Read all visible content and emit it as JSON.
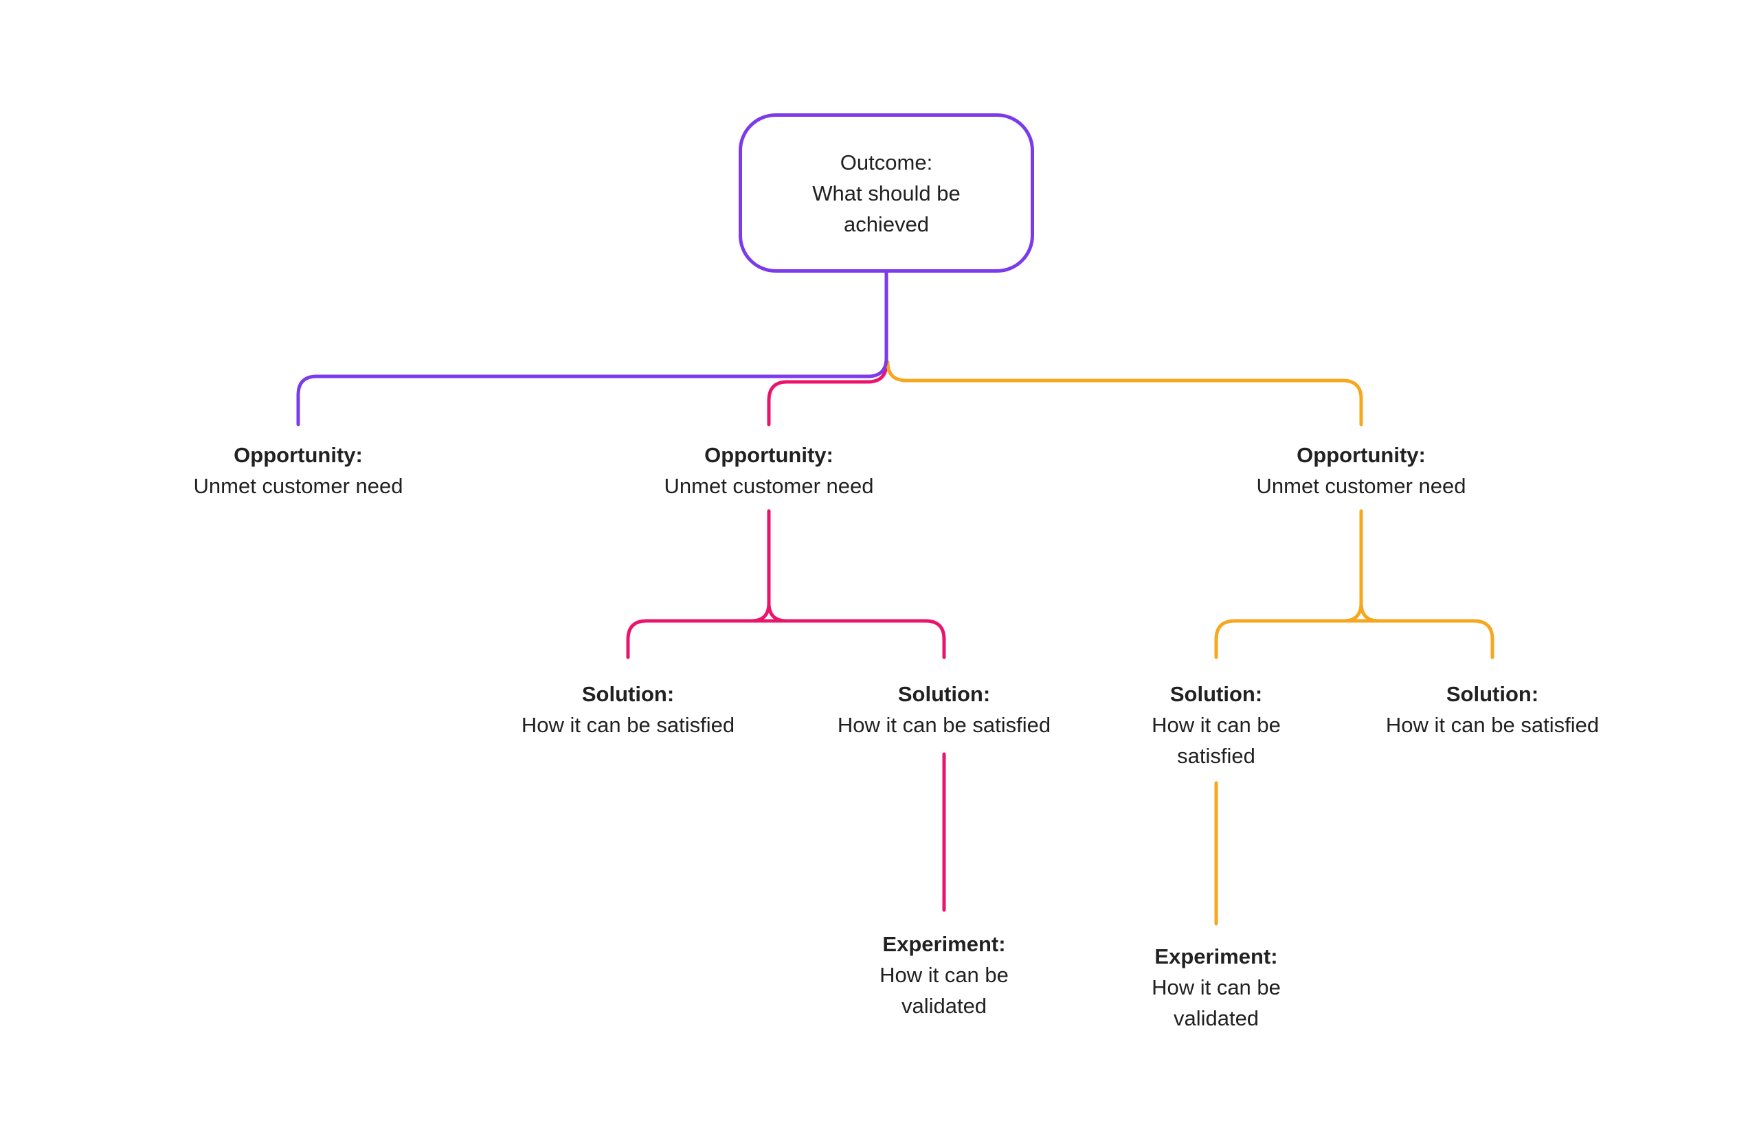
{
  "diagram_type": "opportunity-solution-tree",
  "colors": {
    "branch_purple": "#7C3AED",
    "branch_pink": "#EB146C",
    "branch_yellow": "#F6A71E",
    "text": "#212121",
    "background": "#FFFFFF"
  },
  "nodes": {
    "outcome": {
      "label": "Outcome:",
      "description": "What should be achieved"
    },
    "opportunities": [
      {
        "label": "Opportunity:",
        "description": "Unmet customer need",
        "branch_color": "#7C3AED"
      },
      {
        "label": "Opportunity:",
        "description": "Unmet customer need",
        "branch_color": "#EB146C"
      },
      {
        "label": "Opportunity:",
        "description": "Unmet customer need",
        "branch_color": "#F6A71E"
      }
    ],
    "solutions": [
      {
        "label": "Solution:",
        "description": "How it can be satisfied",
        "branch_color": "#EB146C"
      },
      {
        "label": "Solution:",
        "description": "How it can be satisfied",
        "branch_color": "#EB146C"
      },
      {
        "label": "Solution:",
        "description": "How it can be satisfied",
        "branch_color": "#F6A71E"
      },
      {
        "label": "Solution:",
        "description": "How it can be satisfied",
        "branch_color": "#F6A71E"
      }
    ],
    "experiments": [
      {
        "label": "Experiment:",
        "description": "How it can be validated",
        "branch_color": "#EB146C"
      },
      {
        "label": "Experiment:",
        "description": "How it can be validated",
        "branch_color": "#F6A71E"
      }
    ]
  },
  "structure": {
    "edges": [
      {
        "from": "outcome",
        "to": "opportunity-1",
        "color": "purple"
      },
      {
        "from": "outcome",
        "to": "opportunity-2",
        "color": "pink"
      },
      {
        "from": "outcome",
        "to": "opportunity-3",
        "color": "yellow"
      },
      {
        "from": "opportunity-2",
        "to": "solution-1",
        "color": "pink"
      },
      {
        "from": "opportunity-2",
        "to": "solution-2",
        "color": "pink"
      },
      {
        "from": "opportunity-3",
        "to": "solution-3",
        "color": "yellow"
      },
      {
        "from": "opportunity-3",
        "to": "solution-4",
        "color": "yellow"
      },
      {
        "from": "solution-2",
        "to": "experiment-1",
        "color": "pink"
      },
      {
        "from": "solution-3",
        "to": "experiment-2",
        "color": "yellow"
      }
    ]
  }
}
